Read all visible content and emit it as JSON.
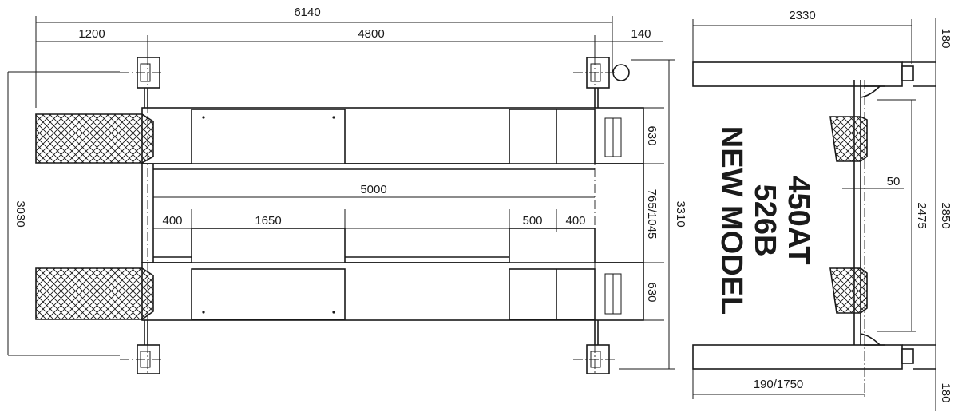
{
  "model": {
    "line1": "450AT",
    "line2": "526B",
    "line3": "NEW MODEL"
  },
  "dimensions": {
    "overall_length": "6140",
    "front_overhang": "1200",
    "post_spacing": "4800",
    "rear_offset": "140",
    "runway_length": "5000",
    "front_plate": "400",
    "front_ramp": "1650",
    "rear_plate": "500",
    "rear_end": "400",
    "runway_width_top": "630",
    "runway_width_bottom": "630",
    "runway_gap": "765/1045",
    "outer_width": "3310",
    "inner_width": "3030",
    "side_depth": "2330",
    "side_height": "2850",
    "side_inner": "2475",
    "side_gap": "50",
    "side_range": "190/1750",
    "side_top": "180",
    "side_bottom": "180"
  }
}
